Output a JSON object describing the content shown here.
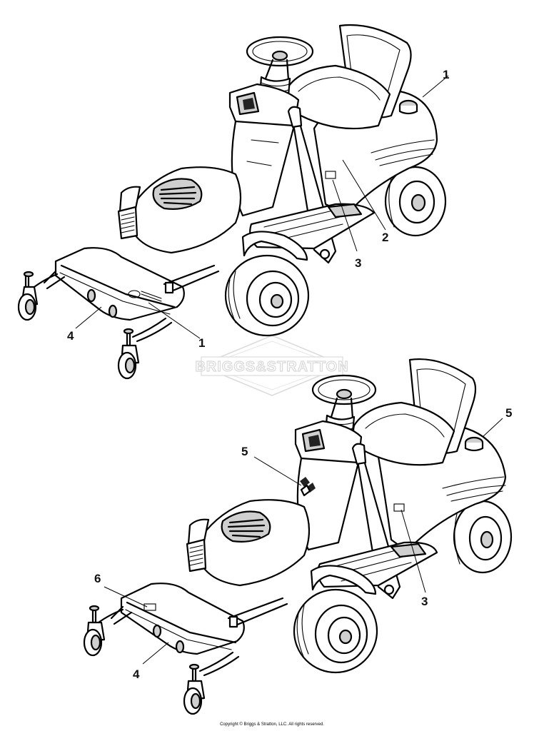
{
  "watermark": {
    "text": "BRIGGS&STRATTON"
  },
  "copyright": "Copyright © Briggs & Stratton, LLC. All rights reserved.",
  "top_view": {
    "callouts": [
      "1",
      "2",
      "3",
      "4",
      "1"
    ]
  },
  "bottom_view": {
    "callouts": [
      "5",
      "5",
      "6",
      "3",
      "4"
    ]
  }
}
